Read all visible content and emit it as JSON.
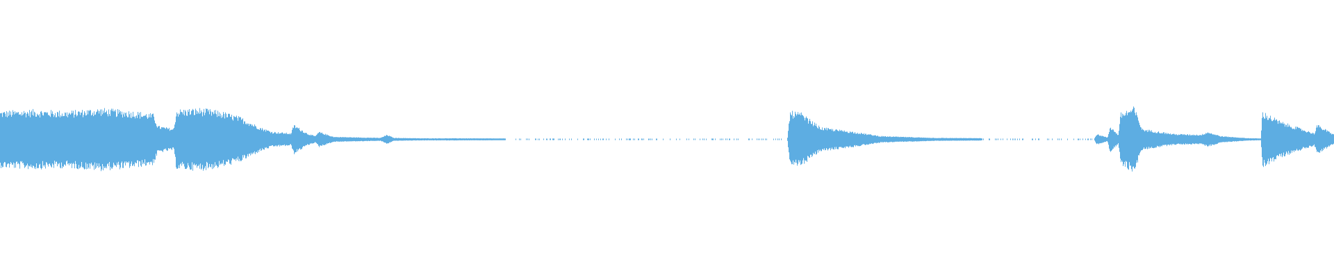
{
  "waveform": {
    "color": "#5dade2",
    "background": "#ffffff",
    "envelope": [
      [
        0.0,
        0.19
      ],
      [
        0.025,
        0.2
      ],
      [
        0.05,
        0.19
      ],
      [
        0.075,
        0.21
      ],
      [
        0.1,
        0.19
      ],
      [
        0.115,
        0.17
      ],
      [
        0.118,
        0.09
      ],
      [
        0.13,
        0.07
      ],
      [
        0.132,
        0.2
      ],
      [
        0.15,
        0.21
      ],
      [
        0.165,
        0.19
      ],
      [
        0.18,
        0.15
      ],
      [
        0.195,
        0.08
      ],
      [
        0.204,
        0.05
      ],
      [
        0.218,
        0.04
      ],
      [
        0.22,
        0.1
      ],
      [
        0.23,
        0.04
      ],
      [
        0.236,
        0.02
      ],
      [
        0.239,
        0.05
      ],
      [
        0.25,
        0.015
      ],
      [
        0.285,
        0.008
      ],
      [
        0.29,
        0.03
      ],
      [
        0.295,
        0.008
      ],
      [
        0.315,
        0.005
      ],
      [
        0.33,
        0.005
      ],
      [
        0.34,
        0.005
      ],
      [
        0.378,
        0.004
      ],
      [
        0.38,
        0.0015
      ],
      [
        0.59,
        0.0015
      ],
      [
        0.592,
        0.19
      ],
      [
        0.6,
        0.18
      ],
      [
        0.615,
        0.08
      ],
      [
        0.64,
        0.05
      ],
      [
        0.66,
        0.02
      ],
      [
        0.7,
        0.008
      ],
      [
        0.735,
        0.006
      ],
      [
        0.737,
        0.0015
      ],
      [
        0.82,
        0.0015
      ],
      [
        0.822,
        0.035
      ],
      [
        0.83,
        0.01
      ],
      [
        0.832,
        0.09
      ],
      [
        0.838,
        0.03
      ],
      [
        0.84,
        0.18
      ],
      [
        0.85,
        0.22
      ],
      [
        0.856,
        0.07
      ],
      [
        0.88,
        0.035
      ],
      [
        0.9,
        0.03
      ],
      [
        0.905,
        0.05
      ],
      [
        0.915,
        0.02
      ],
      [
        0.935,
        0.006
      ],
      [
        0.945,
        0.004
      ],
      [
        0.946,
        0.19
      ],
      [
        0.96,
        0.12
      ],
      [
        0.985,
        0.04
      ],
      [
        0.987,
        0.1
      ],
      [
        1.0,
        0.03
      ]
    ]
  }
}
